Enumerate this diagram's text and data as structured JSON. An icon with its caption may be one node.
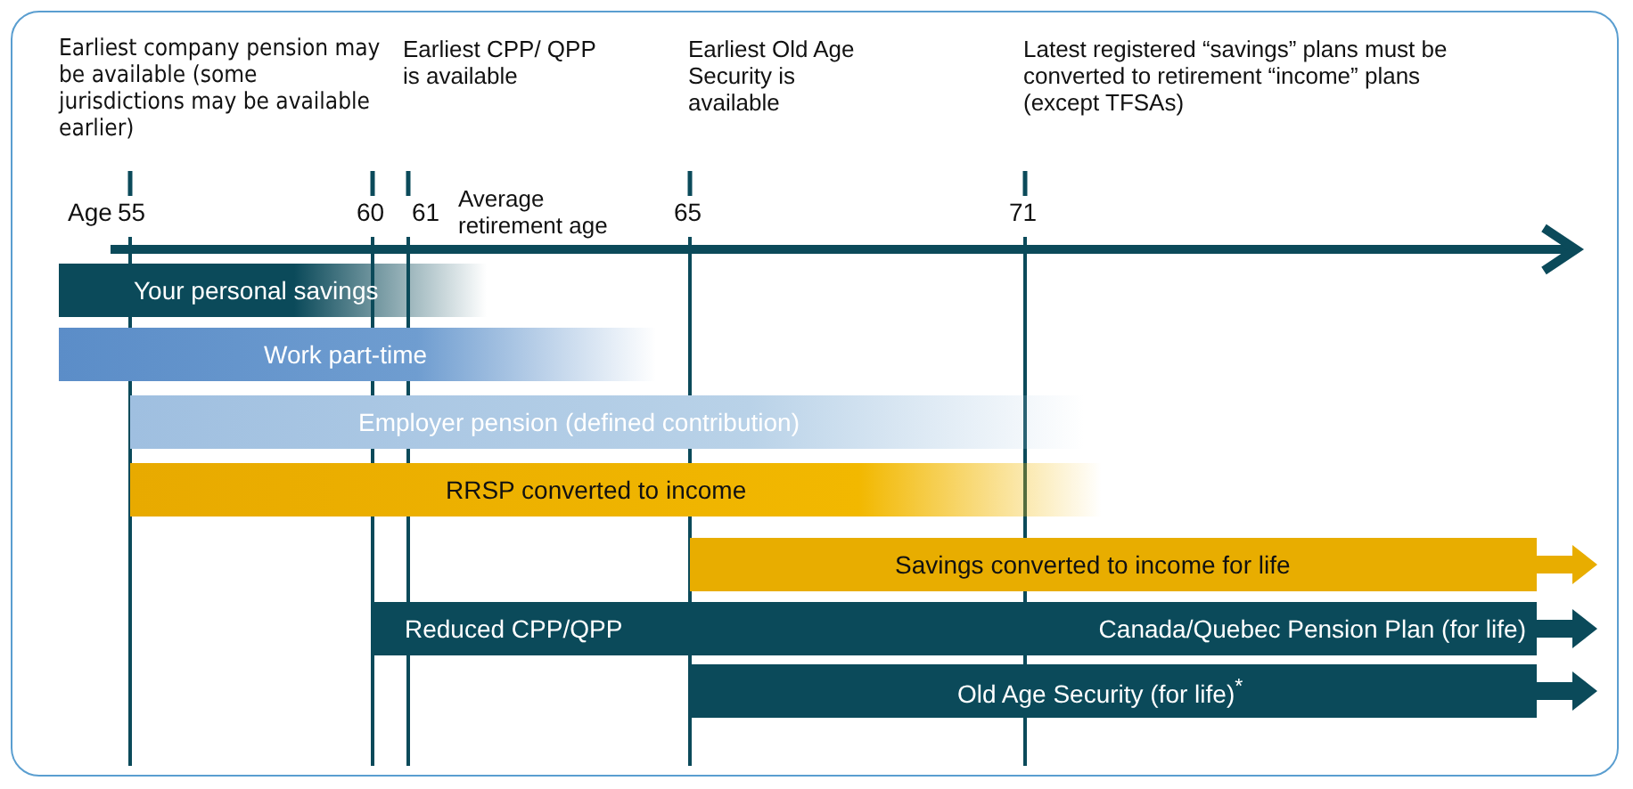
{
  "diagram": {
    "nodes": [
      {
        "text": [
          "Your personal savings"
        ]
      },
      {
        "text": [
          "Work part-time"
        ]
      },
      {
        "text": [
          "Employer pension (defined contribution)"
        ]
      },
      {
        "text": [
          "RRSP converted to income"
        ]
      },
      {
        "text": [
          "Savings converted to income for life"
        ]
      },
      {
        "text": [
          "Reduced CPP/QPP",
          "Canada/Quebec Pension Plan (for life)"
        ]
      },
      {
        "text": [
          "Old Age Security (for life)$^{*}$"
        ]
      }
    ],
    "edges": [],
    "labels": [
      "Earliest company pension may be available (some jurisdictions may be available earlier)",
      "Earliest CPP/ QPP is available",
      "Earliest Old Age Security is available",
      "Latest registered “savings” plans must be converted to retirement “income” plans (except TFSAs)",
      "Age",
      "55",
      "60",
      "61",
      "Average retirement age",
      "65",
      "71"
    ]
  }
}
